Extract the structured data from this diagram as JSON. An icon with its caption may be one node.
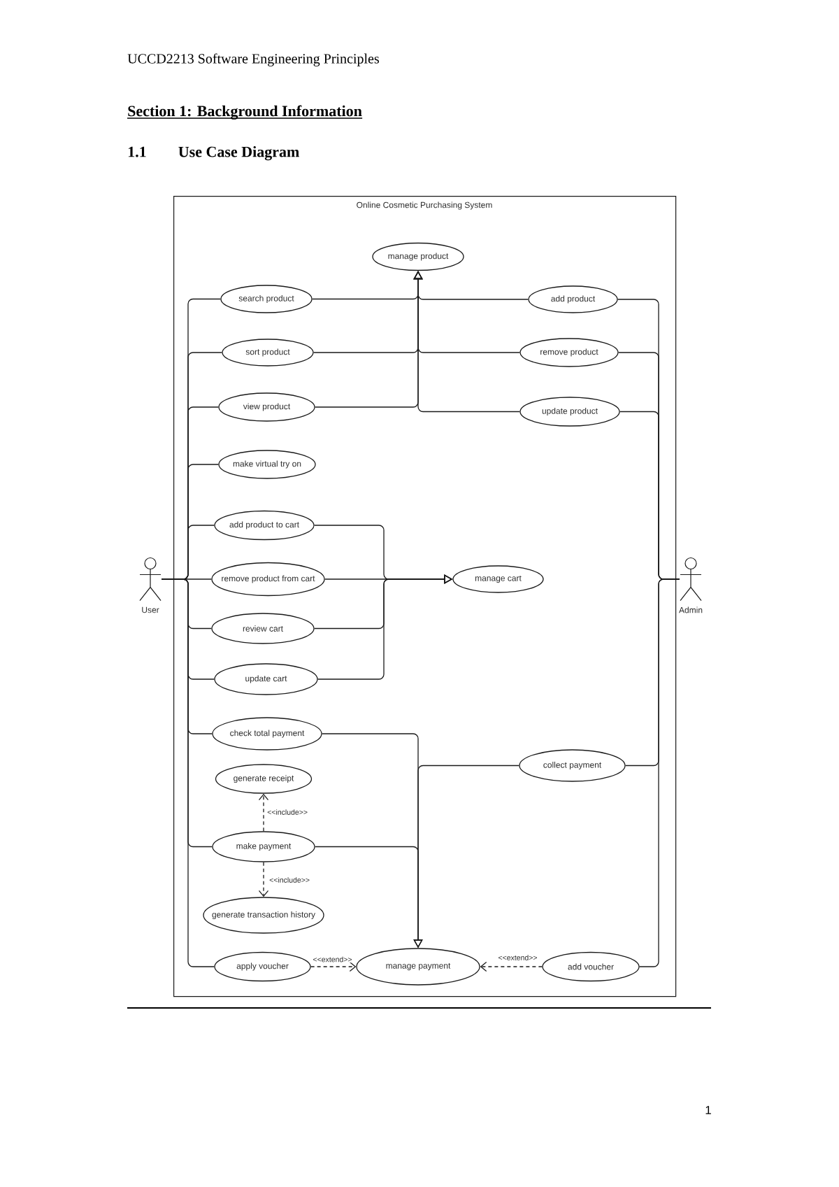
{
  "diagram": {
    "nodes": [
      {
        "text": [
          "Online Cosmetic Purchasing System"
        ]
      },
      {
        "text": [
          "manage product"
        ],
        "in": 0
      },
      {
        "text": [
          "search product"
        ],
        "in": 0
      },
      {
        "text": [
          "add product"
        ],
        "in": 0
      },
      {
        "text": [
          "sort product"
        ],
        "in": 0
      },
      {
        "text": [
          "remove product"
        ],
        "in": 0
      },
      {
        "text": [
          "view product"
        ],
        "in": 0
      },
      {
        "text": [
          "update product"
        ],
        "in": 0
      },
      {
        "text": [
          "make virtual try on"
        ],
        "in": 0
      },
      {
        "text": [
          "add product to cart"
        ],
        "in": 0
      },
      {
        "text": [
          "User"
        ]
      },
      {
        "text": [
          "remove product from cart"
        ],
        "in": 0
      },
      {
        "text": [
          "manage cart"
        ],
        "in": 0
      },
      {
        "text": [
          "Admin"
        ]
      },
      {
        "text": [
          "review cart"
        ],
        "in": 0
      },
      {
        "text": [
          "update cart"
        ],
        "in": 0
      },
      {
        "text": [
          "check total payment"
        ],
        "in": 0
      },
      {
        "text": [
          "collect payment"
        ],
        "in": 0
      },
      {
        "text": [
          "generate receipt"
        ],
        "in": 0
      },
      {
        "text": [
          "make payment"
        ],
        "in": 0
      },
      {
        "text": [
          "generate transaction history"
        ],
        "in": 0
      },
      {
        "text": [
          "apply voucher"
        ],
        "in": 0
      },
      {
        "text": [
          "manage payment"
        ],
        "in": 0
      },
      {
        "text": [
          "add voucher"
        ],
        "in": 0
      }
    ],
    "edges": [
      {
        "from": 10,
        "to": 2,
        "arrow": "none"
      },
      {
        "from": 10,
        "to": 4,
        "arrow": "none"
      },
      {
        "from": 10,
        "to": 6,
        "arrow": "none"
      },
      {
        "from": 10,
        "to": 8,
        "arrow": "none"
      },
      {
        "from": 10,
        "to": 9,
        "arrow": "none"
      },
      {
        "from": 10,
        "to": 11,
        "arrow": "none"
      },
      {
        "from": 10,
        "to": 14,
        "arrow": "none"
      },
      {
        "from": 10,
        "to": 15,
        "arrow": "none"
      },
      {
        "from": 10,
        "to": 16,
        "arrow": "none"
      },
      {
        "from": 10,
        "to": 19,
        "arrow": "none"
      },
      {
        "from": 10,
        "to": 21,
        "arrow": "none"
      },
      {
        "from": 13,
        "to": 3,
        "arrow": "none"
      },
      {
        "from": 13,
        "to": 5,
        "arrow": "none"
      },
      {
        "from": 13,
        "to": 7,
        "arrow": "none"
      },
      {
        "from": 13,
        "to": 17,
        "arrow": "none"
      },
      {
        "from": 13,
        "to": 23,
        "arrow": "none"
      },
      {
        "from": 2,
        "to": 1,
        "arrow": "to"
      },
      {
        "from": 4,
        "to": 1,
        "arrow": "to"
      },
      {
        "from": 6,
        "to": 1,
        "arrow": "to"
      },
      {
        "from": 3,
        "to": 1,
        "arrow": "to"
      },
      {
        "from": 5,
        "to": 1,
        "arrow": "to"
      },
      {
        "from": 7,
        "to": 1,
        "arrow": "to"
      },
      {
        "from": 9,
        "to": 12,
        "arrow": "to"
      },
      {
        "from": 11,
        "to": 12,
        "arrow": "to"
      },
      {
        "from": 14,
        "to": 12,
        "arrow": "to"
      },
      {
        "from": 15,
        "to": 12,
        "arrow": "to"
      },
      {
        "from": 16,
        "to": 22,
        "arrow": "to"
      },
      {
        "from": 19,
        "to": 22,
        "arrow": "to"
      },
      {
        "from": 17,
        "to": 22,
        "arrow": "to"
      },
      {
        "from": 19,
        "to": 18,
        "arrow": "to",
        "style": "dashed",
        "label": "<<include>>"
      },
      {
        "from": 19,
        "to": 20,
        "arrow": "to",
        "style": "dashed",
        "label": "<<include>>"
      },
      {
        "from": 21,
        "to": 22,
        "arrow": "to",
        "style": "dashed",
        "label": "<<extend>>"
      },
      {
        "from": 23,
        "to": 22,
        "arrow": "to",
        "style": "dashed",
        "label": "<<extend>>"
      }
    ],
    "labels": [
      "UCCD2213 Software Engineering Principles",
      "Section 1: Background Information",
      "1.1",
      "Use Case Diagram",
      "1"
    ]
  }
}
